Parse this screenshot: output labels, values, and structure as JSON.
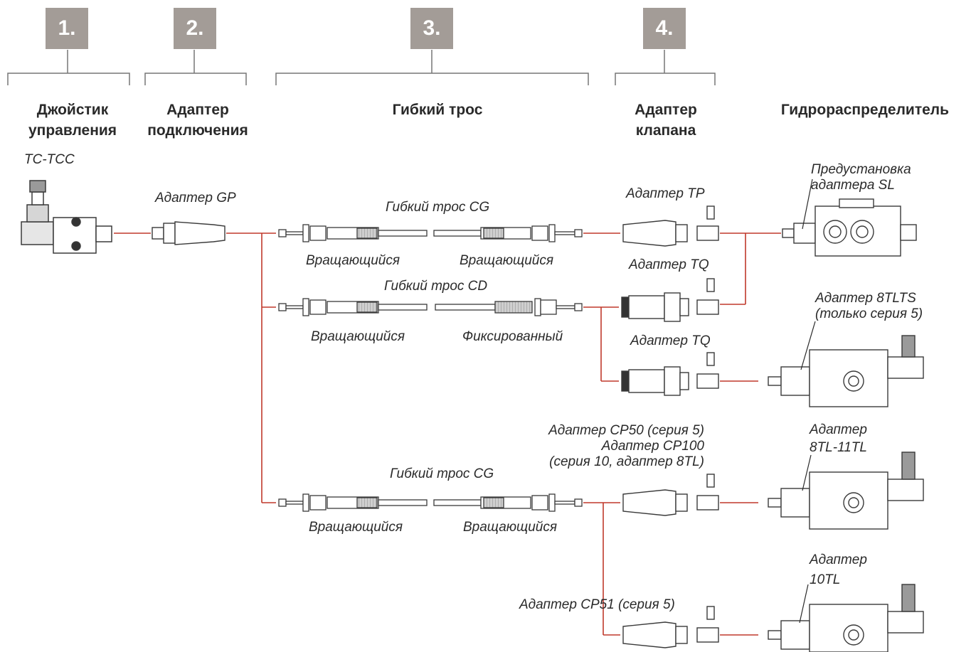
{
  "steps": {
    "s1": "1.",
    "s2": "2.",
    "s3": "3.",
    "s4": "4."
  },
  "headers": {
    "joystick_l1": "Джойстик",
    "joystick_l2": "управления",
    "conn_adapter_l1": "Адаптер",
    "conn_adapter_l2": "подключения",
    "cable": "Гибкий трос",
    "valve_adapter_l1": "Адаптер",
    "valve_adapter_l2": "клапана",
    "distributor": "Гидрораспределитель"
  },
  "labels": {
    "tc_tcc": "TC-TCC",
    "adapter_gp": "Адаптер GP",
    "cable_cg_top": "Гибкий трос CG",
    "rot_1a": "Вращающийся",
    "rot_1b": "Вращающийся",
    "cable_cd": "Гибкий трос CD",
    "rot_2a": "Вращающийся",
    "fixed_2b": "Фиксированный",
    "adapter_tp": "Адаптер TP",
    "adapter_tq_1": "Адаптер TQ",
    "adapter_tq_2": "Адаптер TQ",
    "preset_l1": "Предустановка",
    "preset_l2": "адаптера SL",
    "a8tlts_l1": "Адаптер 8TLTS",
    "a8tlts_l2": "(только серия 5)",
    "cp50": "Адаптер CP50 (серия 5)",
    "cp100": "Адаптер CP100",
    "cp100_note": "(серия 10, адаптер 8TL)",
    "a8tl_l1": "Адаптер",
    "a8tl_l2": "8TL-11TL",
    "cable_cg_bottom": "Гибкий трос CG",
    "rot_3a": "Вращающийся",
    "rot_3b": "Вращающийся",
    "a10tl_l1": "Адаптер",
    "a10tl_l2": "10TL",
    "cp51": "Адаптер CP51 (серия 5)"
  },
  "colors": {
    "connector": "#c0392b",
    "step_box": "#a39c97",
    "outline": "#3a3a3a"
  }
}
